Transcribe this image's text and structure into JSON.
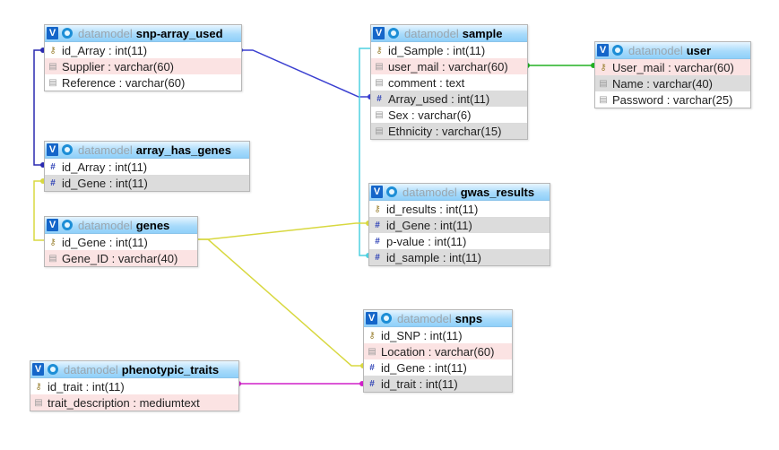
{
  "schema_label": "datamodel",
  "toggle_glyph": "V",
  "link_colors": {
    "snp_array_to_sample": "#3a3fd0",
    "array_has_genes_to_snp_array": "#2a2ab0",
    "sample_to_user": "#22b022",
    "sample_to_gwas": "#4ed0e0",
    "genes_links": "#d8d840",
    "phenotypic_to_snps": "#d020c8"
  },
  "tables": {
    "snp_array_used": {
      "name": "snp-array_used",
      "rows": [
        {
          "text": "id_Array : int(11)",
          "icon": "key-icon"
        },
        {
          "text": "Supplier : varchar(60)",
          "icon": "field-icon"
        },
        {
          "text": "Reference : varchar(60)",
          "icon": "field-icon"
        }
      ]
    },
    "array_has_genes": {
      "name": "array_has_genes",
      "rows": [
        {
          "text": "id_Array : int(11)",
          "icon": "index-icon"
        },
        {
          "text": "id_Gene : int(11)",
          "icon": "index-icon"
        }
      ]
    },
    "genes": {
      "name": "genes",
      "rows": [
        {
          "text": "id_Gene : int(11)",
          "icon": "key-icon"
        },
        {
          "text": "Gene_ID : varchar(40)",
          "icon": "field-icon"
        }
      ]
    },
    "phenotypic_traits": {
      "name": "phenotypic_traits",
      "rows": [
        {
          "text": "id_trait : int(11)",
          "icon": "key-icon"
        },
        {
          "text": "trait_description : mediumtext",
          "icon": "field-icon"
        }
      ]
    },
    "sample": {
      "name": "sample",
      "rows": [
        {
          "text": "id_Sample : int(11)",
          "icon": "key-icon"
        },
        {
          "text": "user_mail : varchar(60)",
          "icon": "field-icon"
        },
        {
          "text": "comment : text",
          "icon": "field-icon"
        },
        {
          "text": "Array_used : int(11)",
          "icon": "index-icon"
        },
        {
          "text": "Sex : varchar(6)",
          "icon": "field-icon"
        },
        {
          "text": "Ethnicity : varchar(15)",
          "icon": "field-icon"
        }
      ]
    },
    "user": {
      "name": "user",
      "rows": [
        {
          "text": "User_mail : varchar(60)",
          "icon": "key-icon"
        },
        {
          "text": "Name : varchar(40)",
          "icon": "field-icon"
        },
        {
          "text": "Password : varchar(25)",
          "icon": "field-icon"
        }
      ]
    },
    "gwas_results": {
      "name": "gwas_results",
      "rows": [
        {
          "text": "id_results : int(11)",
          "icon": "key-icon"
        },
        {
          "text": "id_Gene : int(11)",
          "icon": "index-icon"
        },
        {
          "text": "p-value : int(11)",
          "icon": "index-icon"
        },
        {
          "text": "id_sample : int(11)",
          "icon": "index-icon"
        }
      ]
    },
    "snps": {
      "name": "snps",
      "rows": [
        {
          "text": "id_SNP : int(11)",
          "icon": "key-icon"
        },
        {
          "text": "Location : varchar(60)",
          "icon": "field-icon"
        },
        {
          "text": "id_Gene : int(11)",
          "icon": "index-icon"
        },
        {
          "text": "id_trait : int(11)",
          "icon": "index-icon"
        }
      ]
    }
  }
}
